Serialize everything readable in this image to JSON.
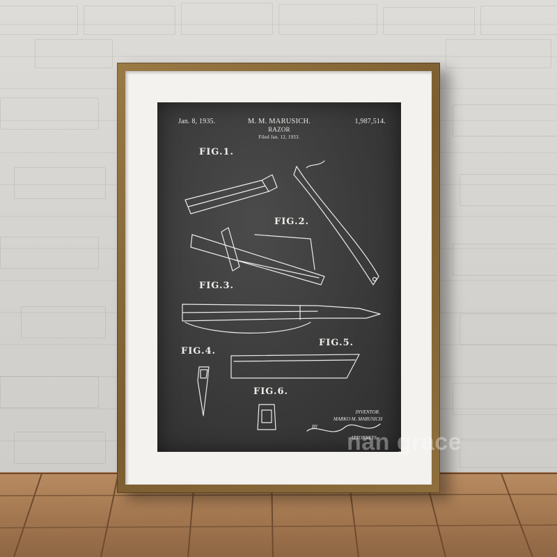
{
  "poster": {
    "date": "Jan. 8, 1935.",
    "inventor_name": "M. M. MARUSICH.",
    "patent_number": "1,987,514.",
    "title": "RAZOR",
    "filed": "Filed Jan. 12, 1933.",
    "figures": [
      "FIG.1.",
      "FIG.2.",
      "FIG.3.",
      "FIG.4.",
      "FIG.5.",
      "FIG.6."
    ],
    "inventor_label": "INVENTOR.",
    "inventor_full": "MARKO M. MARUSICH",
    "by": "BY",
    "attorneys": "ATTORNEYS."
  },
  "watermark": "nan grace",
  "colors": {
    "wall": "#d9d8d4",
    "frame": "#8a6a38",
    "mat": "#f3f2ef",
    "chalkboard": "#3a3a3a",
    "floor": "#a67a52",
    "chalk": "#eeeeea"
  }
}
